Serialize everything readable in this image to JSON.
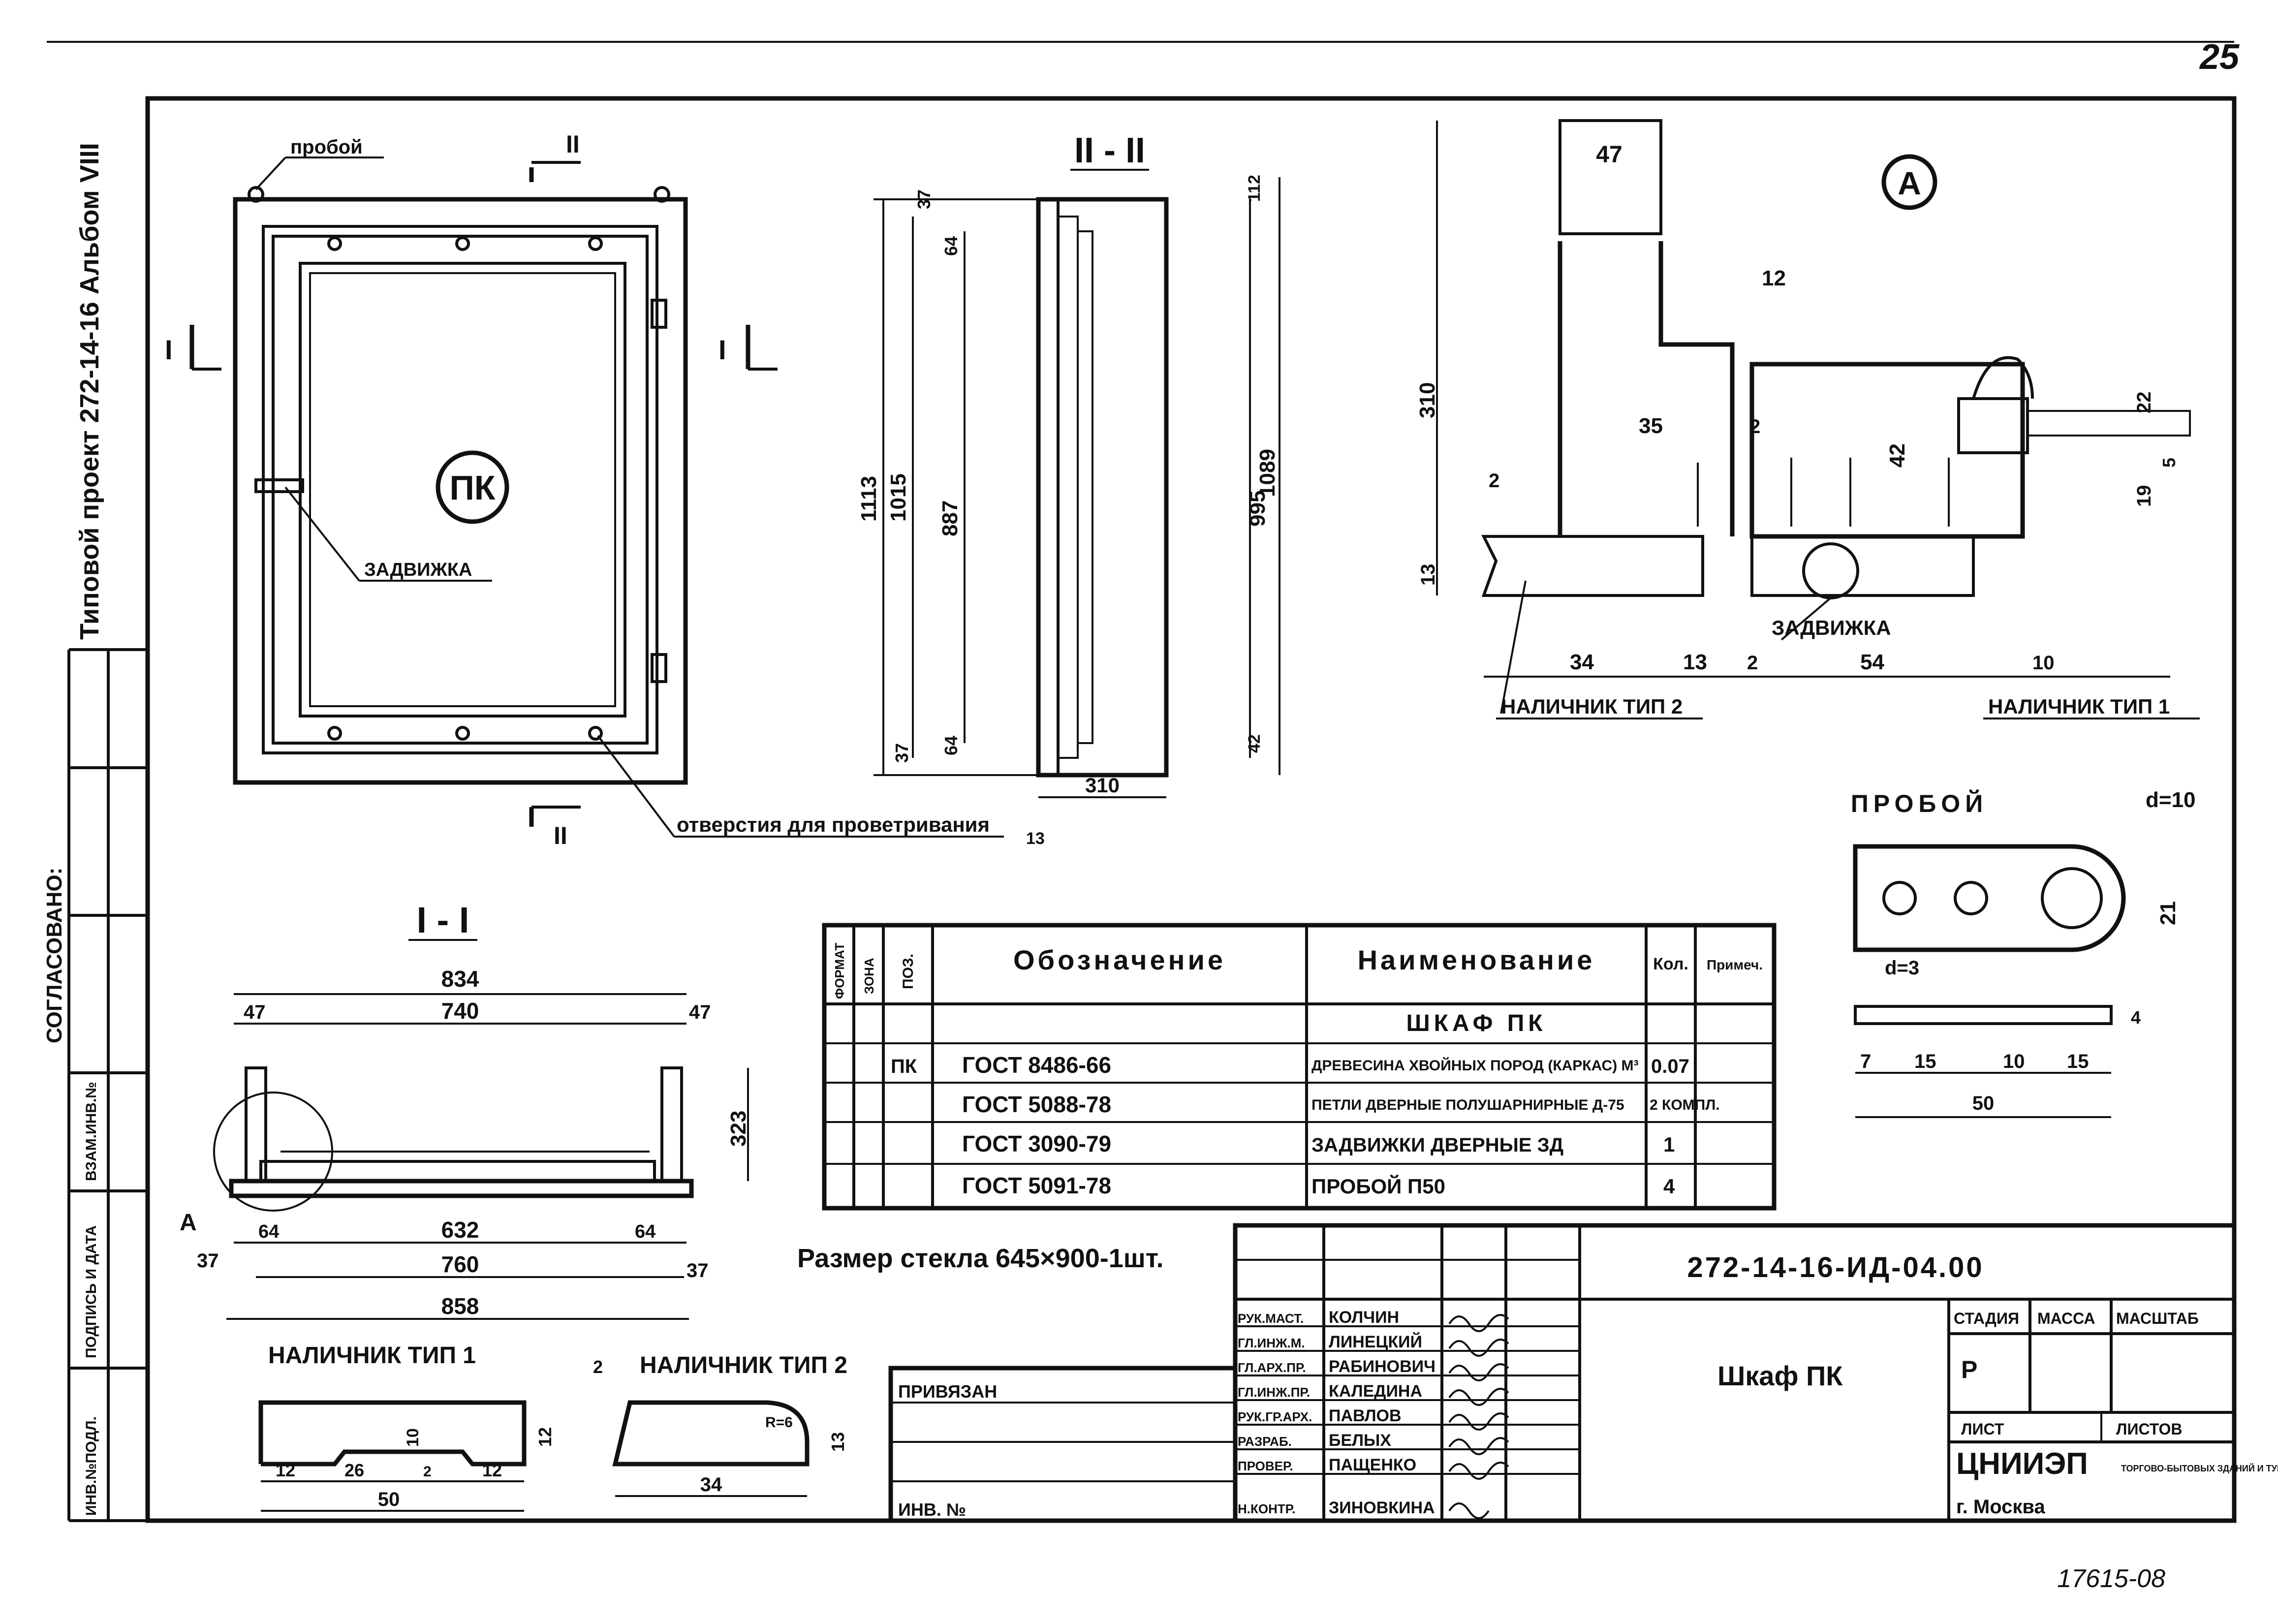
{
  "page": {
    "sheet_number": "25",
    "archive_number": "17615-08"
  },
  "side_strip": {
    "project": "Типовой проект 272-14-16 Альбом VIII",
    "agreed": "СОГЛАСОВАНО:",
    "inv_no_orig": "ИНВ.№ПОДЛ.",
    "sign_date": "ПОДПИСЬ И ДАТА",
    "replace_inv": "ВЗАМ.ИНВ.№"
  },
  "front_view": {
    "probe_label": "пробой",
    "latch_label": "ЗАДВИЖКА",
    "vent_label": "отверстия для проветривания",
    "mark": "ПК",
    "sec1": "I",
    "sec2": "II"
  },
  "section_2": {
    "title": "II - II",
    "dims": [
      "1113",
      "1015",
      "887",
      "37",
      "64",
      "37",
      "64",
      "310",
      "13"
    ]
  },
  "right_dims": [
    "995",
    "1089",
    "112",
    "42"
  ],
  "detail_a": {
    "mark": "А",
    "dims": [
      "47",
      "12",
      "310",
      "35",
      "2",
      "42",
      "22",
      "5",
      "19",
      "13",
      "2",
      "34",
      "13",
      "2",
      "54",
      "10"
    ],
    "latch_label": "ЗАДВИЖКА",
    "trim2_label": "НАЛИЧНИК ТИП 2",
    "trim1_label": "НАЛИЧНИК ТИП 1"
  },
  "probe_detail": {
    "title": "ПРОБОЙ",
    "dims": [
      "d=10",
      "21",
      "d=3",
      "4",
      "7",
      "15",
      "10",
      "15",
      "50"
    ]
  },
  "section_1": {
    "title": "I - I",
    "dims": [
      "834",
      "47",
      "740",
      "47",
      "323",
      "37",
      "64",
      "632",
      "64",
      "760",
      "37",
      "858"
    ],
    "mark_a": "А"
  },
  "spec_table": {
    "headers": {
      "format": "ФОРМАТ",
      "zone": "ЗОНА",
      "pos": "ПОЗ.",
      "designation": "Обозначение",
      "name": "Наименование",
      "qty": "Кол.",
      "note": "Примеч."
    },
    "rows": [
      {
        "pos": "",
        "designation": "",
        "name": "ШКАФ ПК",
        "qty": ""
      },
      {
        "pos": "ПК",
        "designation": "ГОСТ 8486-66",
        "name": "ДРЕВЕСИНА ХВОЙНЫХ ПОРОД (КАРКАС) М³",
        "qty": "0.07"
      },
      {
        "pos": "",
        "designation": "ГОСТ 5088-78",
        "name": "ПЕТЛИ ДВЕРНЫЕ ПОЛУШАРНИРНЫЕ Д-75",
        "qty": "2 КОМПЛ."
      },
      {
        "pos": "",
        "designation": "ГОСТ 3090-79",
        "name": "ЗАДВИЖКИ ДВЕРНЫЕ ЗД",
        "qty": "1"
      },
      {
        "pos": "",
        "designation": "ГОСТ 5091-78",
        "name": "ПРОБОЙ П50",
        "qty": "4"
      }
    ]
  },
  "glass_note": "Размер стекла 645×900-1шт.",
  "trims": {
    "type1_label": "НАЛИЧНИК ТИП 1",
    "type2_label": "НАЛИЧНИК ТИП 2",
    "type1_dims": [
      "10",
      "12",
      "12",
      "26",
      "2",
      "12",
      "50"
    ],
    "type2_dims": [
      "2",
      "R=6",
      "13",
      "34"
    ]
  },
  "title_block": {
    "attached": "ПРИВЯЗАН",
    "inv_no": "ИНВ. №",
    "doc_code": "272-14-16-ИД-04.00",
    "doc_name": "Шкаф ПК",
    "stage_h": "СТАДИЯ",
    "mass_h": "МАССА",
    "scale_h": "МАСШТАБ",
    "stage_v": "Р",
    "sheet_h": "ЛИСТ",
    "sheets_h": "ЛИСТОВ",
    "org": "ЦНИИЭП",
    "city": "г. Москва",
    "org_desc": "ТОРГОВО-БЫТОВЫХ ЗДАНИЙ И ТУРИСТСКИХ КОМПЛЕКСОВ",
    "signers": [
      {
        "role": "РУК.МАСТ.",
        "name": "КОЛЧИН"
      },
      {
        "role": "ГЛ.ИНЖ.М.",
        "name": "ЛИНЕЦКИЙ"
      },
      {
        "role": "ГЛ.АРХ.ПР.",
        "name": "РАБИНОВИЧ"
      },
      {
        "role": "ГЛ.ИНЖ.ПР.",
        "name": "КАЛЕДИНА"
      },
      {
        "role": "РУК.ГР.АРХ.",
        "name": "ПАВЛОВ"
      },
      {
        "role": "РАЗРАБ.",
        "name": "БЕЛЫХ"
      },
      {
        "role": "ПРОВЕР.",
        "name": "ПАЩЕНКО"
      },
      {
        "role": "Н.КОНТР.",
        "name": "ЗИНОВКИНА"
      }
    ]
  }
}
